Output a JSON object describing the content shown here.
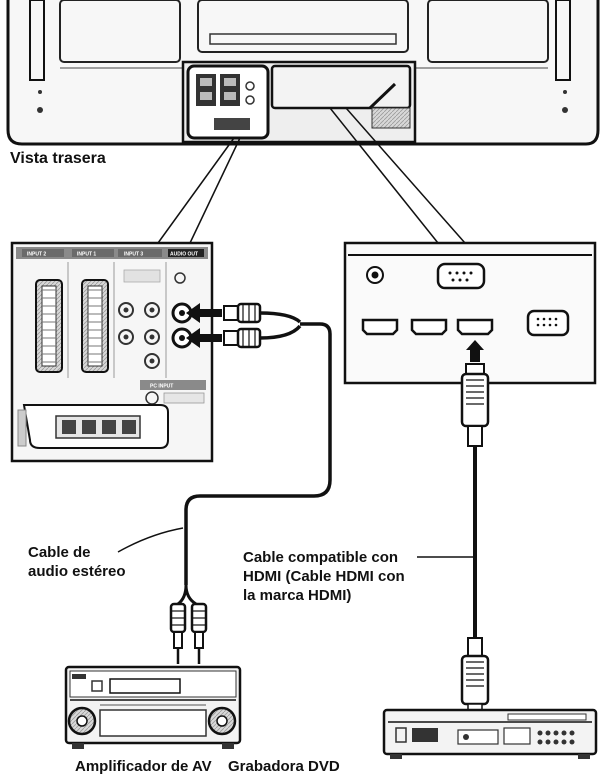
{
  "labels": {
    "rear_view": "Vista trasera",
    "stereo_cable_line1": "Cable de",
    "stereo_cable_line2": "audio estéreo",
    "hdmi_cable_line1": "Cable compatible con",
    "hdmi_cable_line2": "HDMI  (Cable HDMI con",
    "hdmi_cable_line3": "la marca HDMI)",
    "av_amplifier": "Amplificador de AV",
    "dvd_recorder": "Grabadora DVD"
  },
  "panel_labels": {
    "input2": "INPUT 2",
    "input1": "INPUT 1",
    "input3": "INPUT 3",
    "audio_out": "AUDIO OUT",
    "pc_input": "PC INPUT"
  }
}
